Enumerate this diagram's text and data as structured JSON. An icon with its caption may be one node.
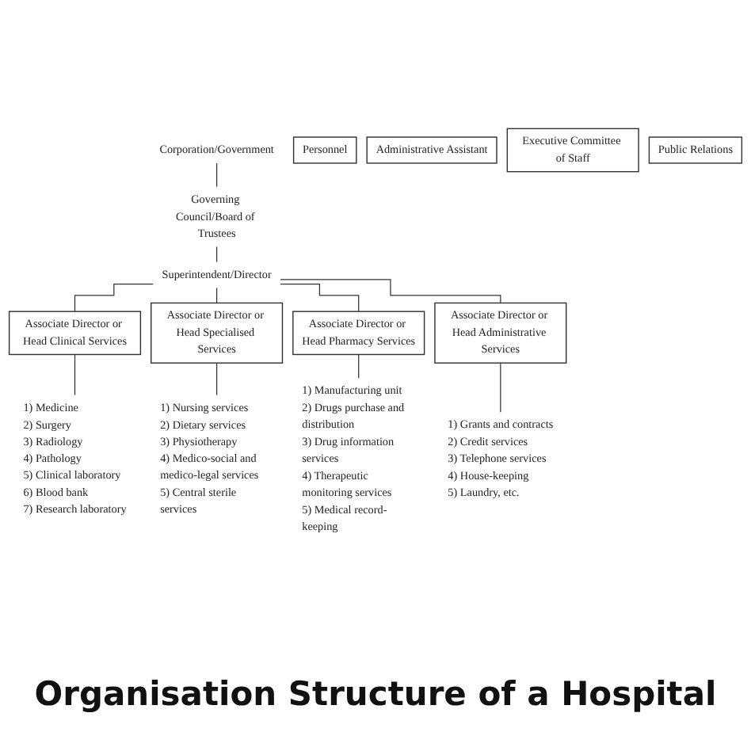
{
  "diagram": {
    "title": "Organisation Structure of a Hospital",
    "nodes": [
      {
        "text": [
          "Corporation/Government"
        ]
      },
      {
        "text": [
          "Governing Council/Board of Trustees"
        ]
      },
      {
        "text": [
          "Superintendent/Director"
        ]
      },
      {
        "text": [
          "Personnel"
        ]
      },
      {
        "text": [
          "Administrative Assistant"
        ]
      },
      {
        "text": [
          "Executive Committee of Staff"
        ]
      },
      {
        "text": [
          "Public Relations"
        ]
      },
      {
        "text": [
          "Associate Director or Head Clinical Services"
        ]
      },
      {
        "text": [
          "Associate Director or Head Specialised Services"
        ]
      },
      {
        "text": [
          "Associate Director or Head Pharmacy Services"
        ]
      },
      {
        "text": [
          "Associate Director or Head Administrative Services"
        ]
      },
      {
        "text": [
          "1) Medicine",
          "2) Surgery",
          "3) Radiology",
          "4) Pathology",
          "5) Clinical laboratory",
          "6) Blood bank",
          "7) Research laboratory"
        ]
      },
      {
        "text": [
          "1) Nursing services",
          "2) Dietary services",
          "3) Physiotherapy",
          "4) Medico-social and medico-legal services",
          "5) Central sterile services"
        ]
      },
      {
        "text": [
          "1) Manufacturing unit",
          "2) Drugs purchase and distribution",
          "3) Drug information services",
          "4) Therapeutic monitoring services",
          "5) Medical record-keeping"
        ]
      },
      {
        "text": [
          "1) Grants and contracts",
          "2) Credit services",
          "3) Telephone services",
          "4) House-keeping",
          "5) Laundry, etc."
        ]
      }
    ],
    "edges": [
      {
        "from": 0,
        "to": 1,
        "arrow": "none"
      },
      {
        "from": 1,
        "to": 2,
        "arrow": "none"
      },
      {
        "from": 2,
        "to": 7,
        "arrow": "none"
      },
      {
        "from": 2,
        "to": 8,
        "arrow": "none"
      },
      {
        "from": 2,
        "to": 9,
        "arrow": "none"
      },
      {
        "from": 2,
        "to": 10,
        "arrow": "none"
      },
      {
        "from": 7,
        "to": 11,
        "arrow": "none"
      },
      {
        "from": 8,
        "to": 12,
        "arrow": "none"
      },
      {
        "from": 9,
        "to": 13,
        "arrow": "none"
      },
      {
        "from": 10,
        "to": 14,
        "arrow": "none"
      }
    ]
  }
}
